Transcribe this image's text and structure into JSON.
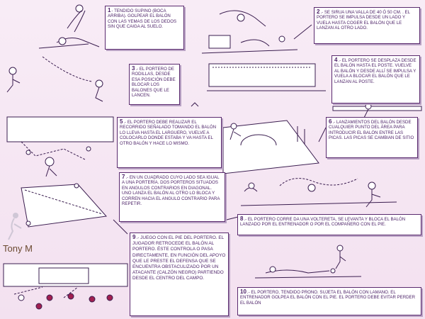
{
  "instructions": [
    {
      "num": "1",
      "text": "- TENDIDO SUPINO (BOCA ARRIBA). GOLPEAR EL BALÓN CON LAS YEMAS DE LOS DEDOS SIN QUE CAIGA AL SUELO."
    },
    {
      "num": "2",
      "text": ".- SE SIRUA UNA VALLA DE 40 Ó 50 cm. . EL PORTERO SE IMPULSA DESDE UN LADO Y VUELA HASTA COGER EL BALÓN QUE LE LANZAN AL OTRO LADO."
    },
    {
      "num": "3",
      "text": ".- EL PORTERO DE RODILLAS, DESDE ESA POSICIÓN DEBE BLOCAR LOS BALONES QUE LE LANCEN."
    },
    {
      "num": "4",
      "text": ".- EL PORTERO SE DESPLAZA DESDE EL BALÓN HASTA EL POSTE. VUELVE AL BALÓN Y DESDE ALLÍ SE IMPULSA Y VUELA A BLOCAR EL BALÓN QUE LE LANZAN AL POSTE."
    },
    {
      "num": "5",
      "text": ".- EL PORTERO DEBE REALIZAR EL RECORRIDO SEÑALADO TOMANDO EL BALÓN LO LLEVA HASTA EL LARGUERO, VUELVE A COLOCARLO DONDE ESTABA Y VA HASTA EL OTRO BALÓN Y HACE LO MISMO."
    },
    {
      "num": "6",
      "text": ".- LANZAMIENTOS DEL BALÓN DESDE CUALQUIER PUNTO DEL ÁREA PARA INTRODUCIR EL BALÓN ENTRE LAS PICAS. LAS PICAS SE CAMBIAN DE SITIO"
    },
    {
      "num": "7",
      "text": ".- EN UN CUADRADO CUYO LADO SEA IGUAL A UNA PORTERÍA. DOS PORTEROS SITUADOS EN ANGULOS CONTRARIOS EN DIAGONAL. UNO LANZA EL BALÓN AL OTRO LO BLOCA Y CORREN HACIA EL ANGULO CONTRARIO PARA REPETIR."
    },
    {
      "num": "8",
      "text": ".- EL PORTERO CORRE DA UNA VOLTERETA, SE LEVANTA Y BLOCA EL BALÓN LANZADO POR EL ENTRENADOR O POR EL COMPAÑERO CON EL PIE."
    },
    {
      "num": "9",
      "text": ".- JUEGO CON EL PIE DEL PORTERO. EL JUGADOR RETROCEDE EL BALÓN AL PORTERO. ÉSTE CONTROLA O PASA DIRECTAMENTE, EN FUNCIÓN DEL APOYO QUE LE PRESTE EL DEFENSA QUE SE ENCUENTRA OBSTACULIZADO POR UN ATACANTE (CALZÓN NEGRO) PARTIENDO DESDE EL CENTRO DEL CAMPO."
    },
    {
      "num": "10",
      "text": ".- EL PORTERO, TENDIDO PRONO. SUJETA EL BALÓN CON LAMANO. EL ENTRENADOR GOLPEA EL BALÓN CON EL PIE. EL PORTERO DEBE EVITAR PERDER EL BALÓN"
    }
  ],
  "watermark": "Tony M",
  "colors": {
    "ink": "#4a1f66",
    "border": "#5a2a6e",
    "sketch": "#3a1d4f",
    "background": "#f6e9f4"
  }
}
